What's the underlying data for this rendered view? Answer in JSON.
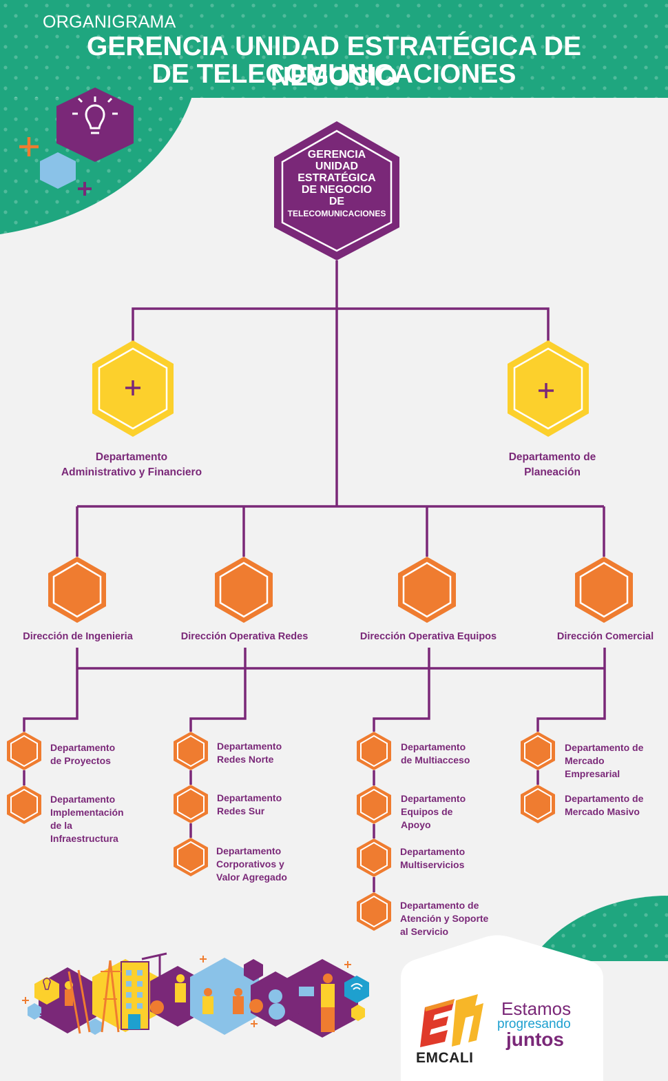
{
  "header": {
    "subtitle": "ORGANIGRAMA",
    "title_line1": "GERENCIA UNIDAD ESTRATÉGICA DE NEGOCIO",
    "title_line2": "DE TELECOMUNICACIONES"
  },
  "root": {
    "line1": "GERENCIA",
    "line2": "UNIDAD",
    "line3": "ESTRATÉGICA",
    "line4": "DE NEGOCIO",
    "line5": "DE",
    "line6": "TELECOMUNICACIONES"
  },
  "staff": {
    "admin": {
      "line1": "Departamento",
      "line2": "Administrativo y Financiero",
      "symbol": "+"
    },
    "planning": {
      "line1": "Departamento de",
      "line2": "Planeación",
      "symbol": "+"
    }
  },
  "directions": {
    "ingenieria": "Dirección de Ingenieria",
    "redes": "Dirección Operativa Redes",
    "equipos": "Dirección Operativa Equipos",
    "comercial": "Dirección Comercial"
  },
  "departments": {
    "ingenieria": [
      {
        "lines": [
          "Departamento",
          "de Proyectos"
        ]
      },
      {
        "lines": [
          "Departamento",
          "Implementación",
          "de la",
          "Infraestructura"
        ]
      }
    ],
    "redes": [
      {
        "lines": [
          "Departamento",
          "Redes Norte"
        ]
      },
      {
        "lines": [
          "Departamento",
          "Redes Sur"
        ]
      },
      {
        "lines": [
          "Departamento",
          "Corporativos y",
          "Valor Agregado"
        ]
      }
    ],
    "equipos": [
      {
        "lines": [
          "Departamento",
          "de Multiacceso"
        ]
      },
      {
        "lines": [
          "Departamento",
          "Equipos de",
          "Apoyo"
        ]
      },
      {
        "lines": [
          "Departamento",
          "Multiservicios"
        ]
      },
      {
        "lines": [
          "Departamento de",
          "Atención y Soporte",
          "al Servicio"
        ]
      }
    ],
    "comercial": [
      {
        "lines": [
          "Departamento de",
          "Mercado",
          "Empresarial"
        ]
      },
      {
        "lines": [
          "Departamento de",
          "Mercado Masivo"
        ]
      }
    ]
  },
  "brand": {
    "slogan_line1": "Estamos",
    "slogan_line2": "progresando",
    "slogan_line3": "juntos",
    "name": "EMCALI"
  },
  "icons": {
    "header": "lightbulb-icon",
    "staff": "plus-icon",
    "brand": "emcali-logo-icon"
  },
  "colors": {
    "teal": "#1fa67f",
    "purple": "#7a2878",
    "yellow": "#fcd02c",
    "orange": "#ef7c30",
    "blue": "#8ac2e8",
    "background": "#f2f2f2"
  }
}
